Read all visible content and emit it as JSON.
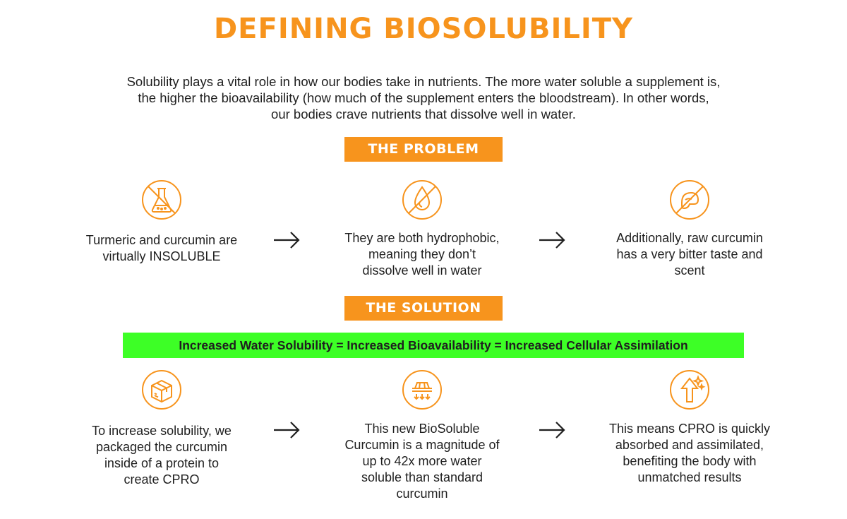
{
  "title": "DEFINING BIOSOLUBILITY",
  "intro": {
    "lines": [
      "Solubility plays a vital role in how our bodies take in nutrients. The more water soluble a supplement is,",
      "the higher the bioavailability (how much of the supplement enters the bloodstream). In other words,",
      "our bodies crave nutrients that dissolve well in water."
    ]
  },
  "problem": {
    "label": "THE PROBLEM",
    "steps": [
      {
        "icon": "no-flask-icon",
        "lines": [
          "Turmeric and curcumin are",
          "virtually INSOLUBLE"
        ]
      },
      {
        "icon": "no-water-drop-icon",
        "lines": [
          "They are both hydrophobic,",
          "meaning they don’t",
          "dissolve well in water"
        ]
      },
      {
        "icon": "no-taste-icon",
        "lines": [
          "Additionally, raw curcumin",
          "has a very bitter taste and",
          "scent"
        ]
      }
    ]
  },
  "solution": {
    "label": "THE SOLUTION",
    "equation": "Increased Water Solubility = Increased Bioavailability = Increased Cellular Assimilation",
    "steps": [
      {
        "icon": "package-box-icon",
        "lines": [
          "To increase solubility, we",
          "packaged the curcumin",
          "inside of a protein to",
          "create CPRO"
        ]
      },
      {
        "icon": "water-dissolve-icon",
        "lines": [
          "This new BioSoluble",
          "Curcumin is a magnitude of",
          "up to 42x more water",
          "soluble than standard",
          "curcumin"
        ]
      },
      {
        "icon": "arrow-up-sparkle-icon",
        "lines": [
          "This means CPRO is quickly",
          "absorbed and assimilated,",
          "benefiting the body with",
          "unmatched results"
        ]
      }
    ]
  },
  "colors": {
    "accent": "#f7941d",
    "highlight": "#3dff26",
    "text": "#1f1f1f"
  }
}
